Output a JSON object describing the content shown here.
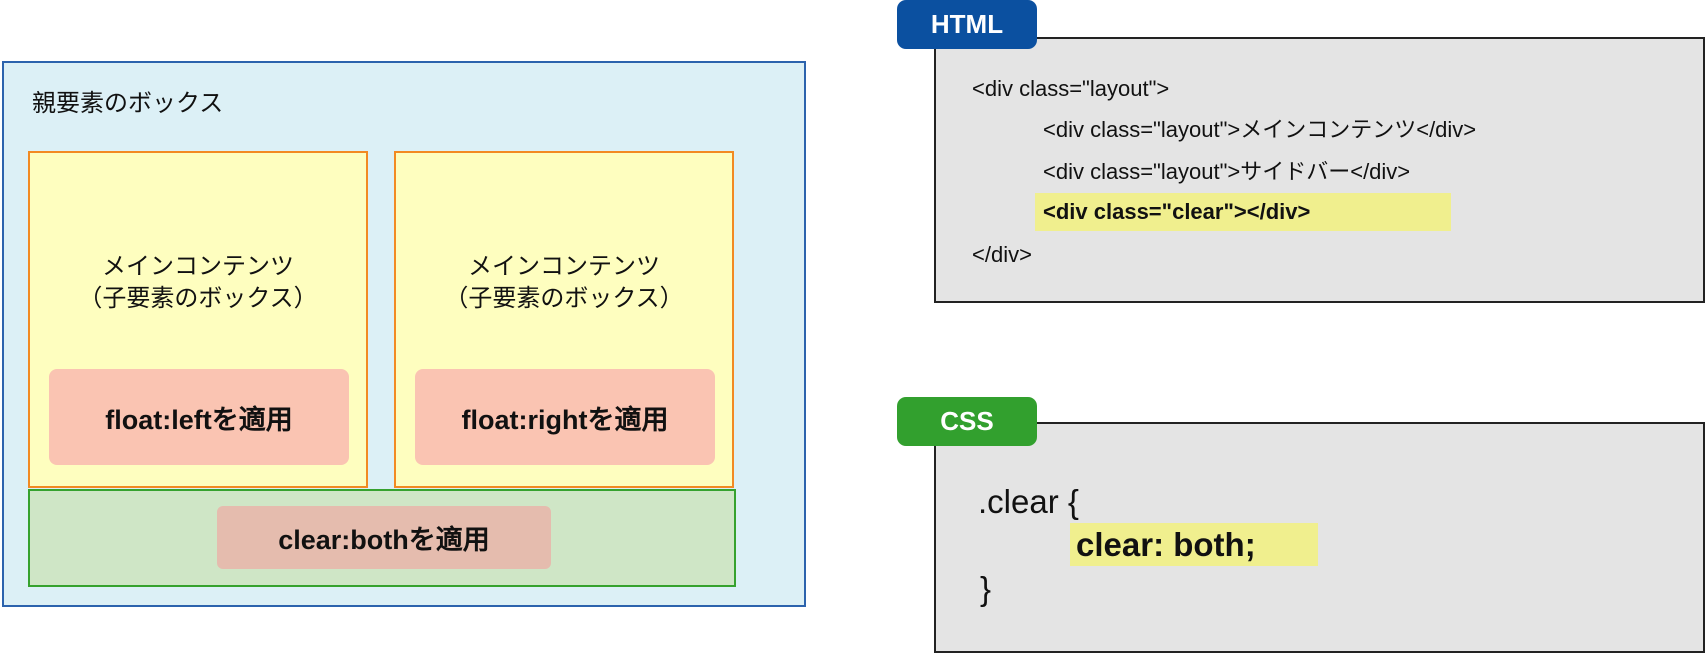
{
  "parent_box": {
    "label": "親要素のボックス"
  },
  "children": [
    {
      "line1": "メインコンテンツ",
      "line2": "（子要素のボックス）",
      "pill": "float:leftを適用"
    },
    {
      "line1": "メインコンテンツ",
      "line2": "（子要素のボックス）",
      "pill": "float:rightを適用"
    }
  ],
  "clear_box": {
    "pill": "clear:bothを適用"
  },
  "html_panel": {
    "tag": "HTML",
    "lines": [
      "<div class=\"layout\">",
      "<div class=\"layout\">メインコンテンツ</div>",
      "<div class=\"layout\">サイドバー</div>",
      "<div class=\"clear\"></div>",
      "</div>"
    ]
  },
  "css_panel": {
    "tag": "CSS",
    "lines": [
      ".clear {",
      "clear: both;",
      "}"
    ]
  },
  "colors": {
    "html_tag": "#0b50a0",
    "css_tag": "#32a02e",
    "highlight": "#f0ef8e"
  }
}
